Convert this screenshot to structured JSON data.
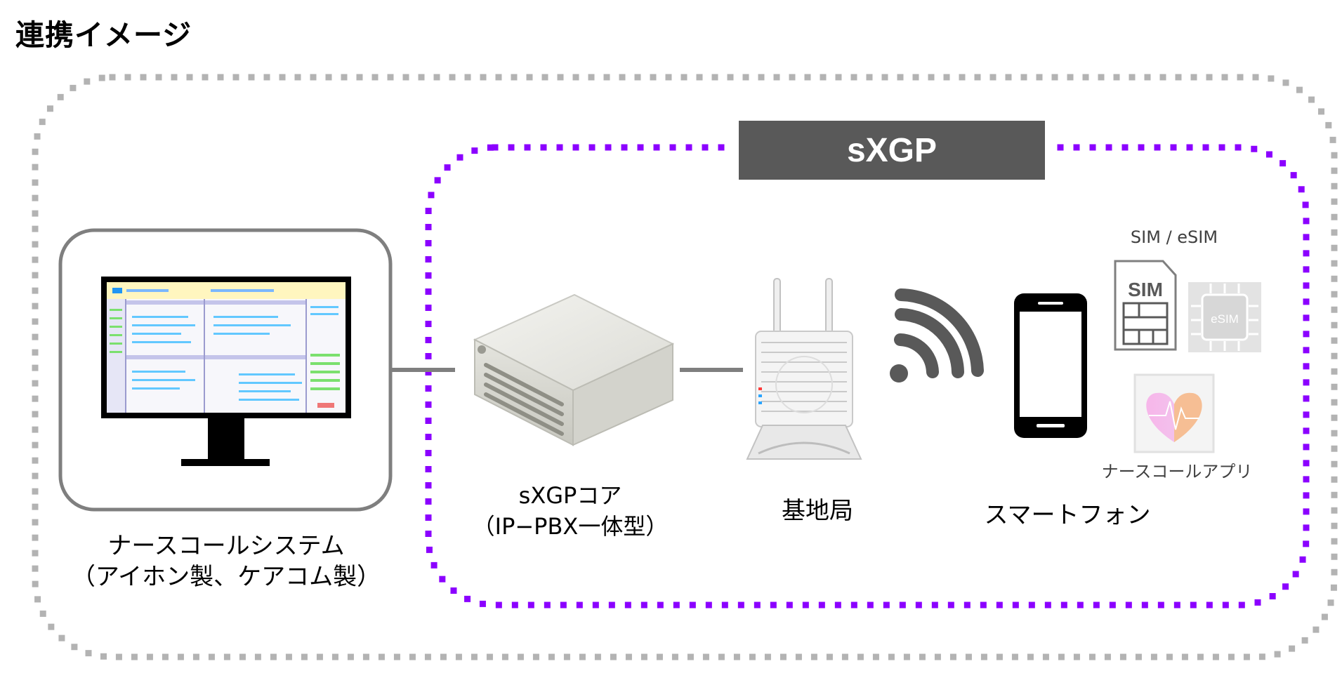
{
  "heading": "連携イメージ",
  "sxgp_group": {
    "title": "sXGP",
    "border_color": "#8b00ff"
  },
  "outer_group": {
    "border_color": "#b3b3b3"
  },
  "title_bar_color": "#595959",
  "nodes": {
    "nurse_call_system": {
      "label_line1": "ナースコールシステム",
      "label_line2": "（アイホン製、ケアコム製）",
      "icon": "desktop-monitor-icon"
    },
    "sxgp_core": {
      "label_line1": "sXGPコア",
      "label_line2": "（IP−PBX一体型）",
      "icon": "server-box-icon"
    },
    "base_station": {
      "label": "基地局",
      "icon": "wifi-router-icon"
    },
    "wireless": {
      "icon": "wireless-signal-icon"
    },
    "smartphone": {
      "label": "スマートフォン",
      "icon": "smartphone-icon"
    }
  },
  "extras": {
    "sim_caption": "SIM / eSIM",
    "sim_card_text": "SIM",
    "esim_chip_text": "eSIM",
    "app_caption": "ナースコールアプリ",
    "icons": [
      "sim-card-icon",
      "esim-chip-icon",
      "nurse-call-app-icon"
    ]
  }
}
